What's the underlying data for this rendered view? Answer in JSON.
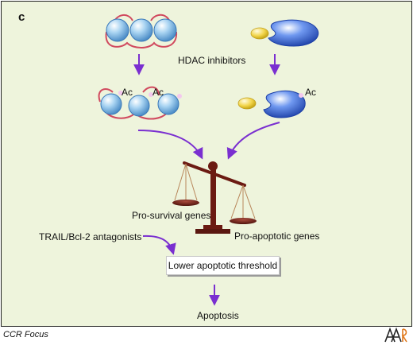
{
  "panel_letter": "c",
  "labels": {
    "hdac_inhibitors": "HDAC inhibitors",
    "acetyl": "Ac",
    "pro_survival_genes": "Pro-survival genes",
    "pro_apoptotic_genes": "Pro-apoptotic genes",
    "trail_antagonists": "TRAIL/Bcl-2 antagonists",
    "lower_threshold": "Lower apoptotic threshold",
    "apoptosis": "Apoptosis"
  },
  "footer": {
    "text": "CCR Focus",
    "logo": "AACR"
  },
  "colors": {
    "background": "#eef4dc",
    "nucleosome": "#8ec2e8",
    "dna_strand": "#d14a5f",
    "arrow": "#7a2fd0",
    "protein_blue": "#2f5fd6",
    "protein_yellow": "#f2d54a",
    "scale": "#6b1a12"
  }
}
